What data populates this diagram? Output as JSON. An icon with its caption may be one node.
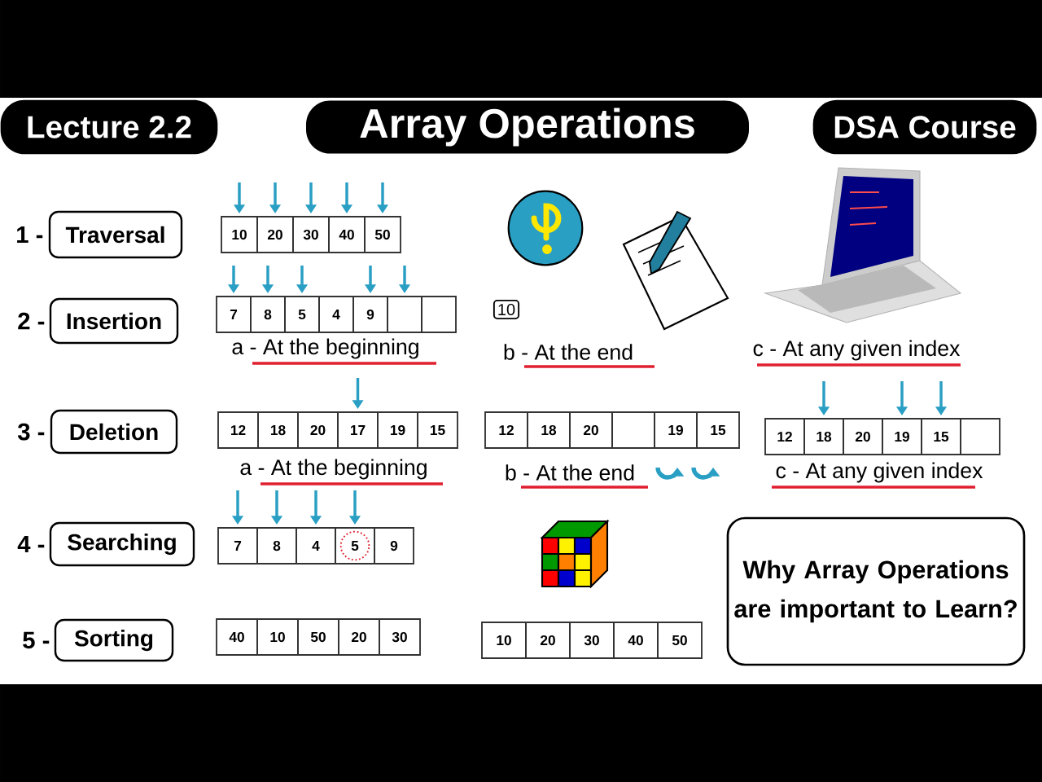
{
  "diagram": {
    "title": "Array Operations",
    "nodes": [
      {
        "text": [
          "Traversal"
        ],
        "beside": [
          "1 -"
        ]
      },
      {
        "text": [
          "Insertion"
        ],
        "beside": [
          "2 -"
        ]
      },
      {
        "text": [
          "Deletion"
        ],
        "beside": [
          "3 -"
        ]
      },
      {
        "text": [
          "Searching"
        ],
        "beside": [
          "4 -"
        ]
      },
      {
        "text": [
          "Sorting"
        ],
        "beside": [
          "5 -"
        ]
      },
      {
        "text": [
          "Why Array Operations are important to Learn?"
        ]
      }
    ],
    "labels": [
      "Lecture 2.2",
      "DSA Course",
      "10",
      "20",
      "30",
      "40",
      "50",
      "7",
      "8",
      "5",
      "4",
      "9",
      "10",
      "a - At the beginning",
      "b - At the end",
      "c - At any given index",
      "12",
      "18",
      "20",
      "17",
      "19",
      "15",
      "12",
      "18",
      "20",
      "19",
      "15",
      "12",
      "18",
      "20",
      "19",
      "15",
      "a - At the beginning",
      "b - At the end",
      "c - At any given index",
      "7",
      "8",
      "4",
      "5",
      "9",
      "40",
      "10",
      "50",
      "20",
      "30",
      "10",
      "20",
      "30",
      "40",
      "50"
    ]
  }
}
